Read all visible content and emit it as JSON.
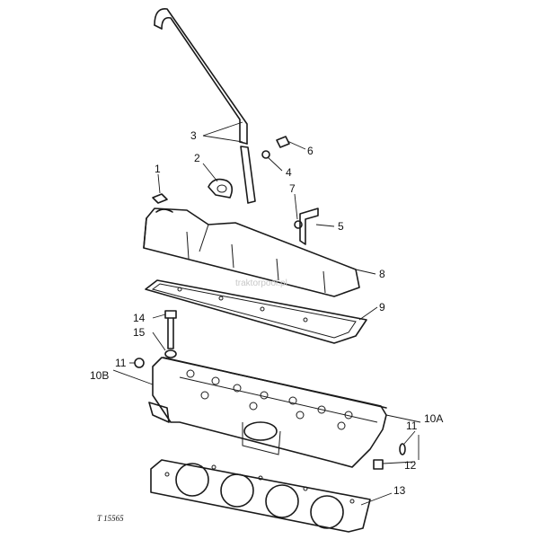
{
  "figure_number": "T 15565",
  "watermark": "traktorpool.pl",
  "callouts": [
    "1",
    "2",
    "3",
    "4",
    "5",
    "6",
    "7",
    "8",
    "9",
    "10A",
    "10B",
    "11",
    "11",
    "12",
    "13",
    "14",
    "15"
  ]
}
